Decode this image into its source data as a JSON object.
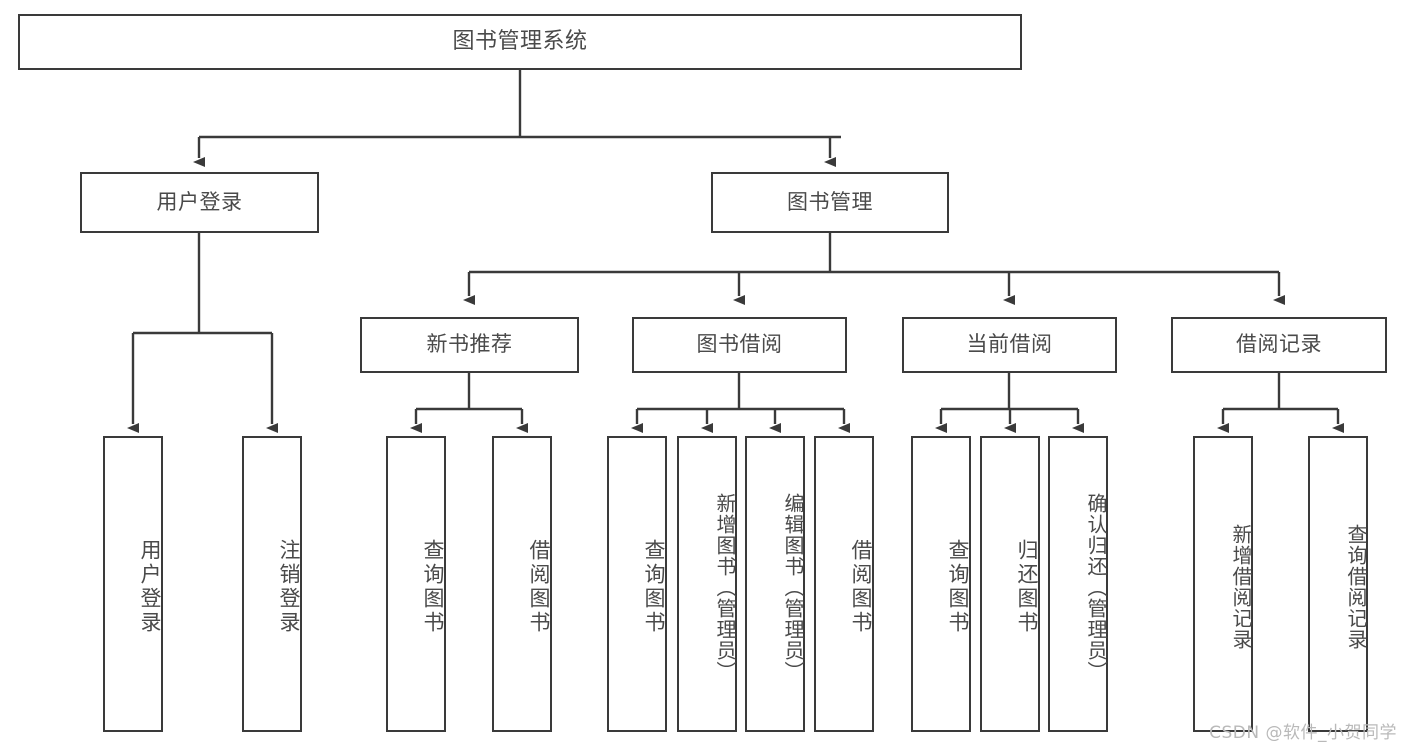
{
  "diagram": {
    "title": "图书管理系统",
    "type": "tree-hierarchy",
    "root": {
      "label": "图书管理系统"
    },
    "level2": [
      {
        "id": "user-login",
        "label": "用户登录"
      },
      {
        "id": "book-manage",
        "label": "图书管理"
      }
    ],
    "level3": [
      {
        "id": "new-book-rec",
        "label": "新书推荐",
        "parent": "book-manage"
      },
      {
        "id": "book-borrow",
        "label": "图书借阅",
        "parent": "book-manage"
      },
      {
        "id": "current-borrow",
        "label": "当前借阅",
        "parent": "book-manage"
      },
      {
        "id": "borrow-record",
        "label": "借阅记录",
        "parent": "book-manage"
      }
    ],
    "leaves": [
      {
        "id": "leaf-1",
        "label": "用户登录",
        "parent": "user-login"
      },
      {
        "id": "leaf-2",
        "label": "注销登录",
        "parent": "user-login"
      },
      {
        "id": "leaf-3",
        "label": "查询图书",
        "parent": "new-book-rec"
      },
      {
        "id": "leaf-4",
        "label": "借阅图书",
        "parent": "new-book-rec"
      },
      {
        "id": "leaf-5",
        "label": "查询图书",
        "parent": "book-borrow"
      },
      {
        "id": "leaf-6",
        "label": "新增图书（管理员）",
        "parent": "book-borrow"
      },
      {
        "id": "leaf-7",
        "label": "编辑图书（管理员）",
        "parent": "book-borrow"
      },
      {
        "id": "leaf-8",
        "label": "借阅图书",
        "parent": "book-borrow"
      },
      {
        "id": "leaf-9",
        "label": "查询图书",
        "parent": "current-borrow"
      },
      {
        "id": "leaf-10",
        "label": "归还图书",
        "parent": "current-borrow"
      },
      {
        "id": "leaf-11",
        "label": "确认归还（管理员）",
        "parent": "current-borrow"
      },
      {
        "id": "leaf-12",
        "label": "新增借阅记录",
        "parent": "borrow-record"
      },
      {
        "id": "leaf-13",
        "label": "查询借阅记录",
        "parent": "borrow-record"
      }
    ]
  },
  "watermark": {
    "text": "CSDN @软件_小贺同学"
  },
  "colors": {
    "background": "#ffffff",
    "node_border": "#3a3a3a",
    "node_fill": "#ffffff",
    "edge": "#3a3a3a",
    "text": "#4a4a4a",
    "watermark": "#b9b9b9"
  }
}
